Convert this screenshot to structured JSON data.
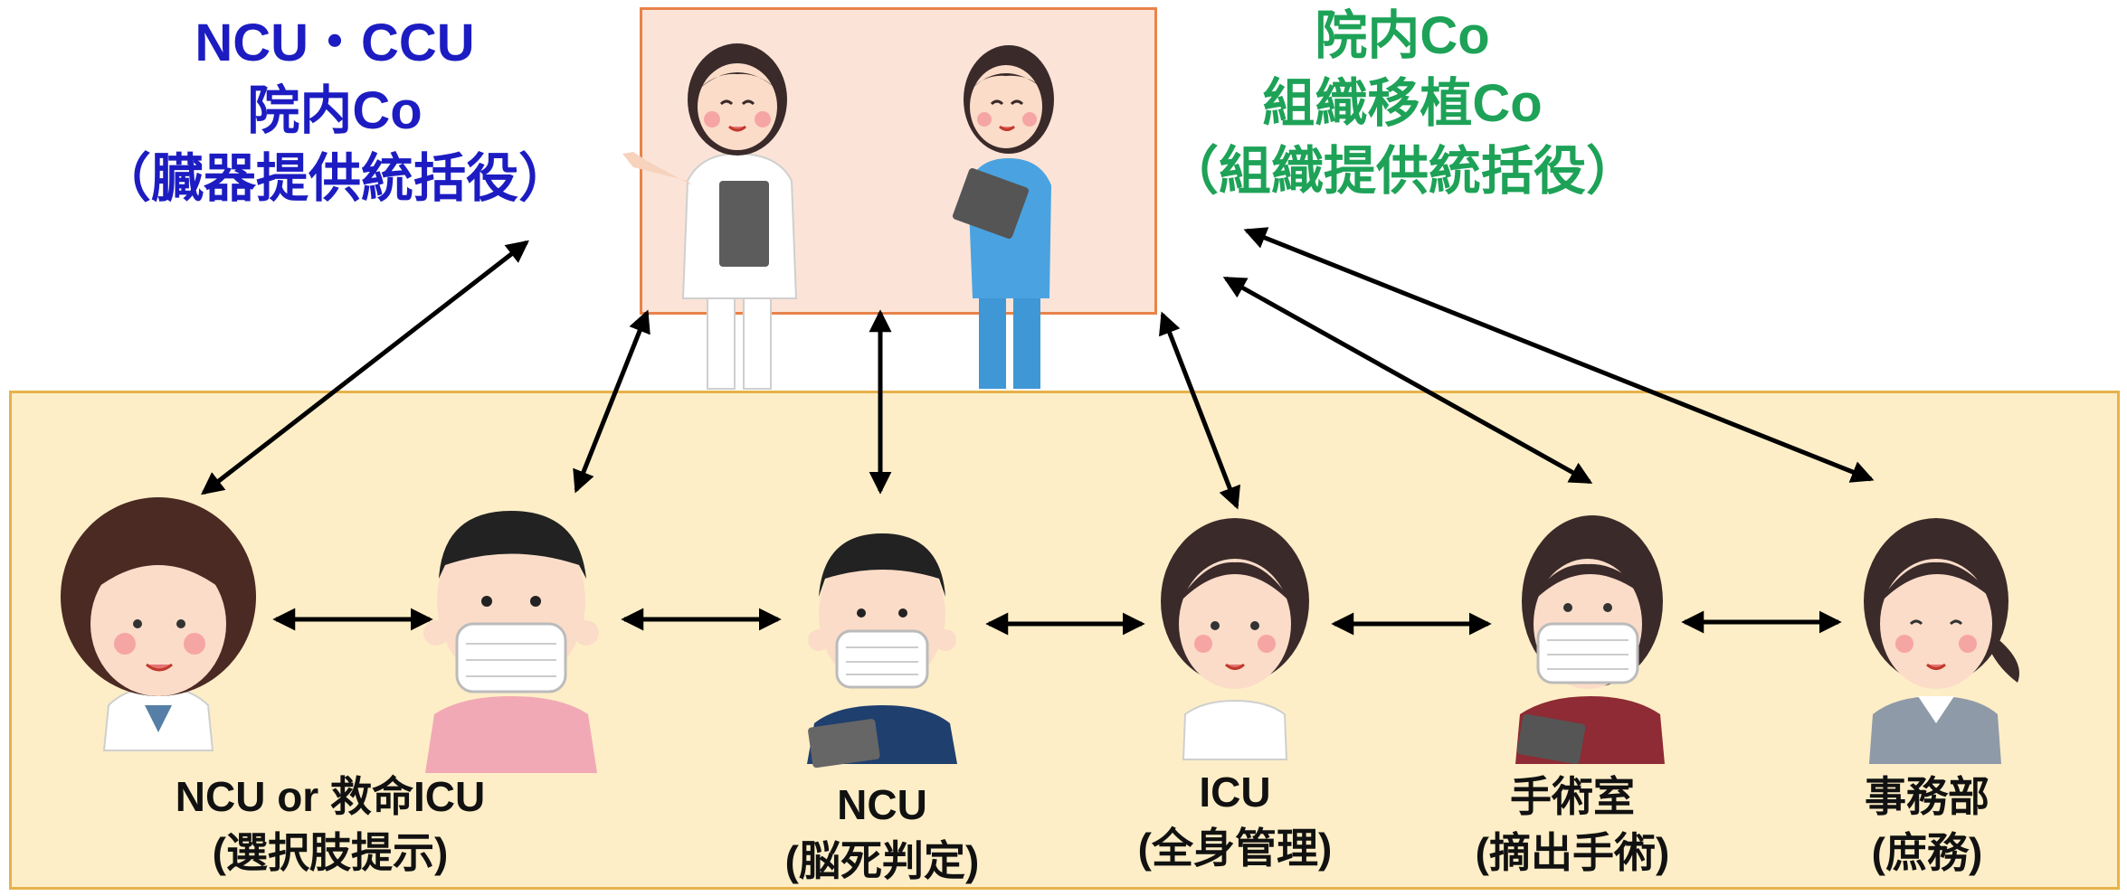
{
  "left_title": {
    "line1": "NCU・CCU",
    "line2": "院内Co",
    "line3": "（臓器提供統括役）"
  },
  "right_title": {
    "line1": "院内Co",
    "line2": "組織移植Co",
    "line3": "（組織提供統括役）"
  },
  "departments": [
    {
      "name": "NCU or 救命ICU",
      "role": "(選択肢提示)"
    },
    {
      "name": "NCU",
      "role": "(脳死判定)"
    },
    {
      "name": "ICU",
      "role": "(全身管理)"
    },
    {
      "name": "手術室",
      "role": "(摘出手術)"
    },
    {
      "name": "事務部",
      "role": "(庶務)"
    }
  ],
  "colors": {
    "left_title": "#1c1cc2",
    "right_title": "#1da257",
    "coordinator_panel": "#fbe4d7",
    "department_panel": "#fdeec7"
  }
}
